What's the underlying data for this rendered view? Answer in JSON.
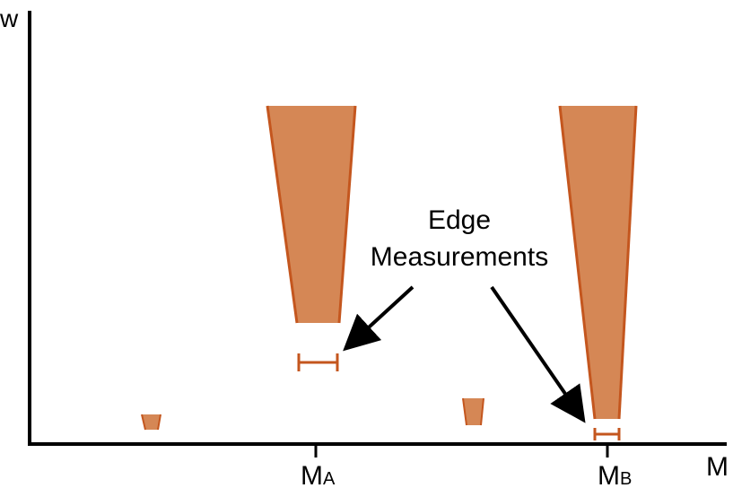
{
  "axes": {
    "y_label": "w",
    "x_label": "M",
    "ticks": [
      {
        "main": "M",
        "sub": "A"
      },
      {
        "main": "M",
        "sub": "B"
      }
    ]
  },
  "annotation": {
    "line1": "Edge",
    "line2": "Measurements"
  },
  "colors": {
    "fill": "#D58755",
    "edge": "#C4561E",
    "axis": "#000000",
    "background": "#ffffff"
  }
}
